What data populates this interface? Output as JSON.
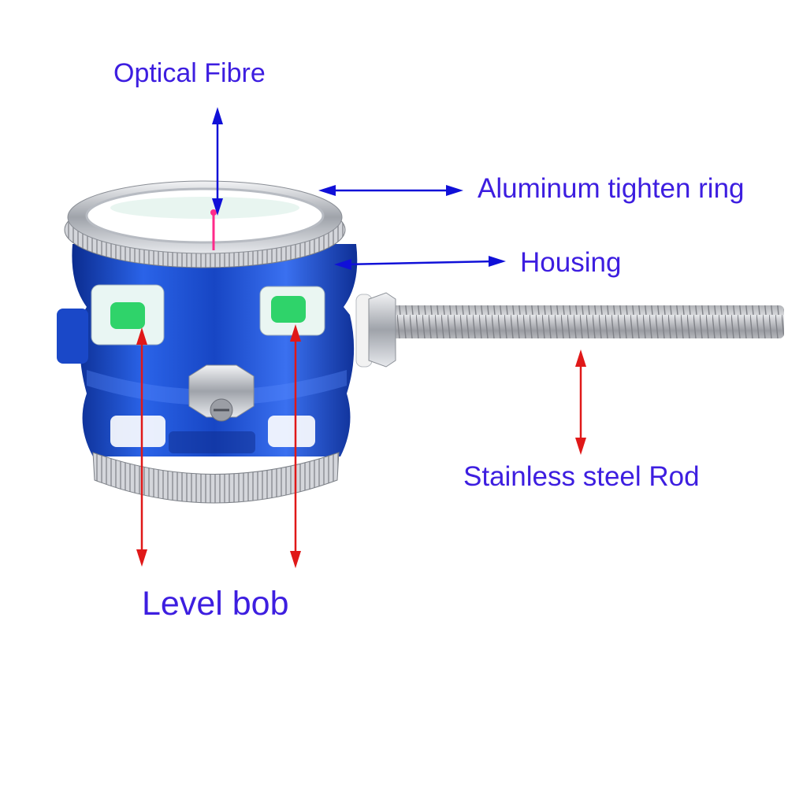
{
  "labels": {
    "optical_fibre": "Optical Fibre",
    "aluminum_ring": "Aluminum tighten ring",
    "housing": "Housing",
    "stainless_rod": "Stainless steel Rod",
    "level_bob": "Level bob"
  },
  "colors": {
    "label_text": "#3d1ee0",
    "blue_arrow": "#1010d8",
    "red_arrow": "#e01818",
    "housing_blue": "#1f4fd0",
    "housing_dark": "#0c2a8a",
    "chrome": "#c9ccd2",
    "steel": "#a9acb2",
    "level_green": "#2fd36a",
    "fibre_pink": "#ff2a8a"
  }
}
